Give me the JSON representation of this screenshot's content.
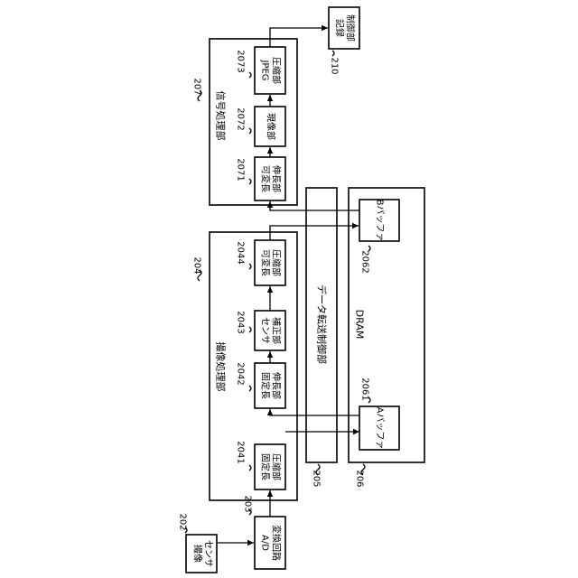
{
  "groups": {
    "imaging_processing_unit": {
      "ref": "204",
      "label": "撮像処理部"
    },
    "signal_processing_unit": {
      "ref": "207",
      "label": "信号処理部"
    },
    "data_transfer_control": {
      "ref": "205",
      "label": "データ転送制御部"
    },
    "dram": {
      "ref": "206",
      "label": "DRAM"
    }
  },
  "blocks": {
    "image_sensor": {
      "ref": "202",
      "line1": "撮像",
      "line2": "センサ"
    },
    "ad_converter": {
      "ref": "203",
      "line1": "A/D",
      "line2": "変換回路"
    },
    "fixed_length_compression": {
      "ref": "2041",
      "line1": "固定長",
      "line2": "圧縮部"
    },
    "fixed_length_decompression": {
      "ref": "2042",
      "line1": "固定長",
      "line2": "伸長部"
    },
    "sensor_correction": {
      "ref": "2043",
      "line1": "センサ",
      "line2": "補正部"
    },
    "variable_length_compression": {
      "ref": "2044",
      "line1": "可変長",
      "line2": "圧縮部"
    },
    "variable_length_decompression": {
      "ref": "2071",
      "line1": "可変長",
      "line2": "伸長部"
    },
    "development": {
      "ref": "2072",
      "line1": "現像部"
    },
    "jpeg_compression": {
      "ref": "2073",
      "line1": "JPEG",
      "line2": "圧縮部"
    },
    "recording_control": {
      "ref": "210",
      "line1": "記録",
      "line2": "制御部"
    },
    "buffer_a": {
      "ref": "2061",
      "line1": "Aバッファ"
    },
    "buffer_b": {
      "ref": "2062",
      "line1": "Bバッファ"
    }
  }
}
